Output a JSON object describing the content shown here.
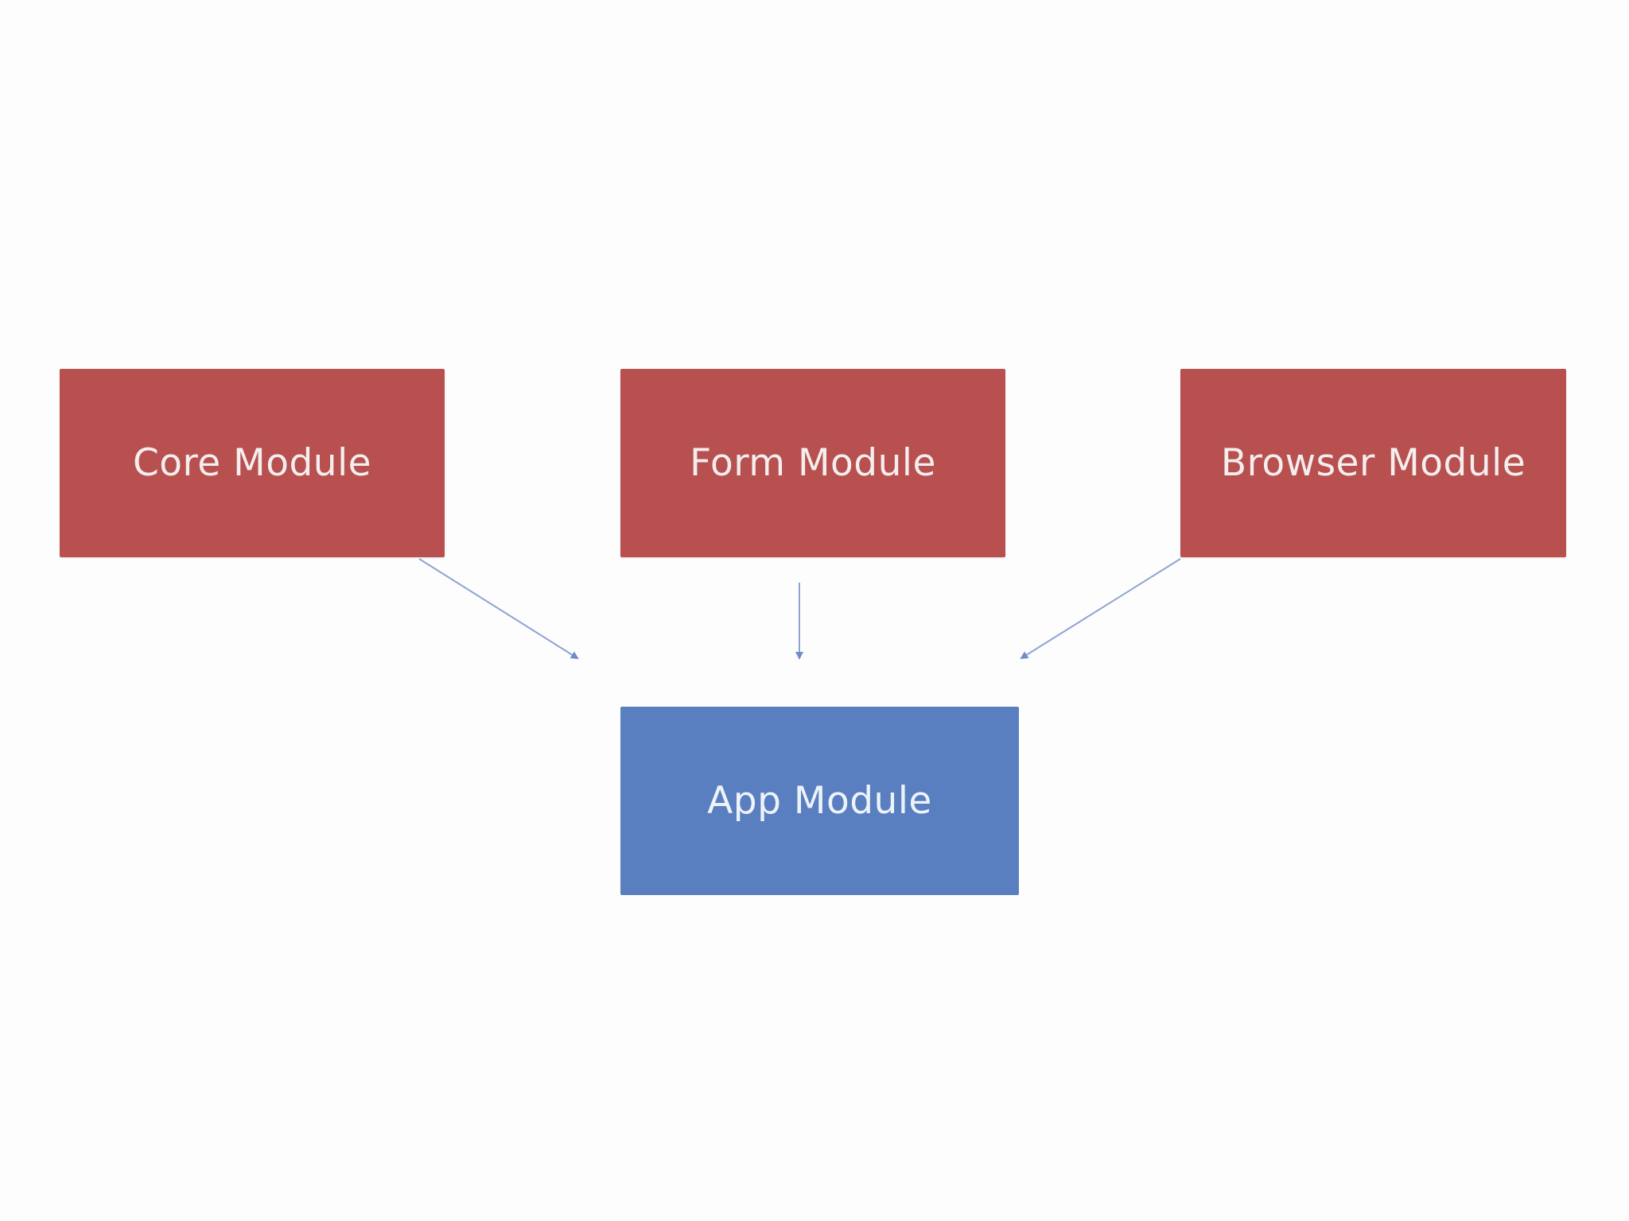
{
  "diagram": {
    "nodes": [
      {
        "id": "core",
        "label": "Core Module",
        "kind": "source"
      },
      {
        "id": "form",
        "label": "Form Module",
        "kind": "source"
      },
      {
        "id": "browser",
        "label": "Browser Module",
        "kind": "source"
      },
      {
        "id": "app",
        "label": "App Module",
        "kind": "target"
      }
    ],
    "edges": [
      {
        "from": "core",
        "to": "app"
      },
      {
        "from": "form",
        "to": "app"
      },
      {
        "from": "browser",
        "to": "app"
      }
    ],
    "colors": {
      "source_fill": "#b85050",
      "target_fill": "#5a7fc0",
      "edge": "#6f8bc9",
      "label_text": "#f4eeee"
    }
  }
}
